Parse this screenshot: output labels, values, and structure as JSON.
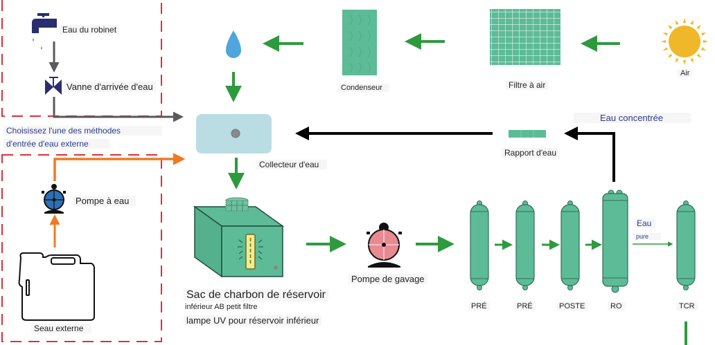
{
  "title": "Water generator process diagram",
  "external_input": {
    "tap_water": "Eau du robinet",
    "inlet_valve": "Vanne d'arrivée d'eau",
    "choose_method_line1": "Choisissez l'une des méthodes",
    "choose_method_line2": "d'entrée d'eau externe",
    "water_pump": "Pompe à eau",
    "external_bucket": "Seau externe"
  },
  "air_path": {
    "air": "Air",
    "air_filter": "Filtre à air",
    "condenser": "Condenseur"
  },
  "collector": {
    "label": "Collecteur d'eau"
  },
  "tank": {
    "line1": "Sac de charbon de réservoir",
    "line2": "inférieur AB petit filtre",
    "line3": "lampe UV pour réservoir inférieur"
  },
  "booster_pump": "Pompe de gavage",
  "water_ratio": "Rapport d'eau",
  "concentrated_water": "Eau concentrée",
  "pure_water_line1": "Eau",
  "pure_water_line2": "pure",
  "filters": [
    {
      "label": "PRÉ"
    },
    {
      "label": "PRÉ"
    },
    {
      "label": "POSTE"
    },
    {
      "label": "RO"
    },
    {
      "label": "TCR"
    }
  ],
  "colors": {
    "green_arrow": "#2e9a3e",
    "filter_green": "#5dbb97",
    "orange_arrow": "#ef7a22",
    "gray_arrow": "#5a5a5a",
    "dashed_red": "#d9303a",
    "navy": "#2a2e6e",
    "drop_blue": "#4ea6dc",
    "collector_blue": "#b9dde3",
    "sun_yellow": "#efb82a",
    "pump_blue": "#2c6fb5",
    "pump_pink": "#e98a92",
    "lamp_yellow": "#f1ec8d"
  }
}
